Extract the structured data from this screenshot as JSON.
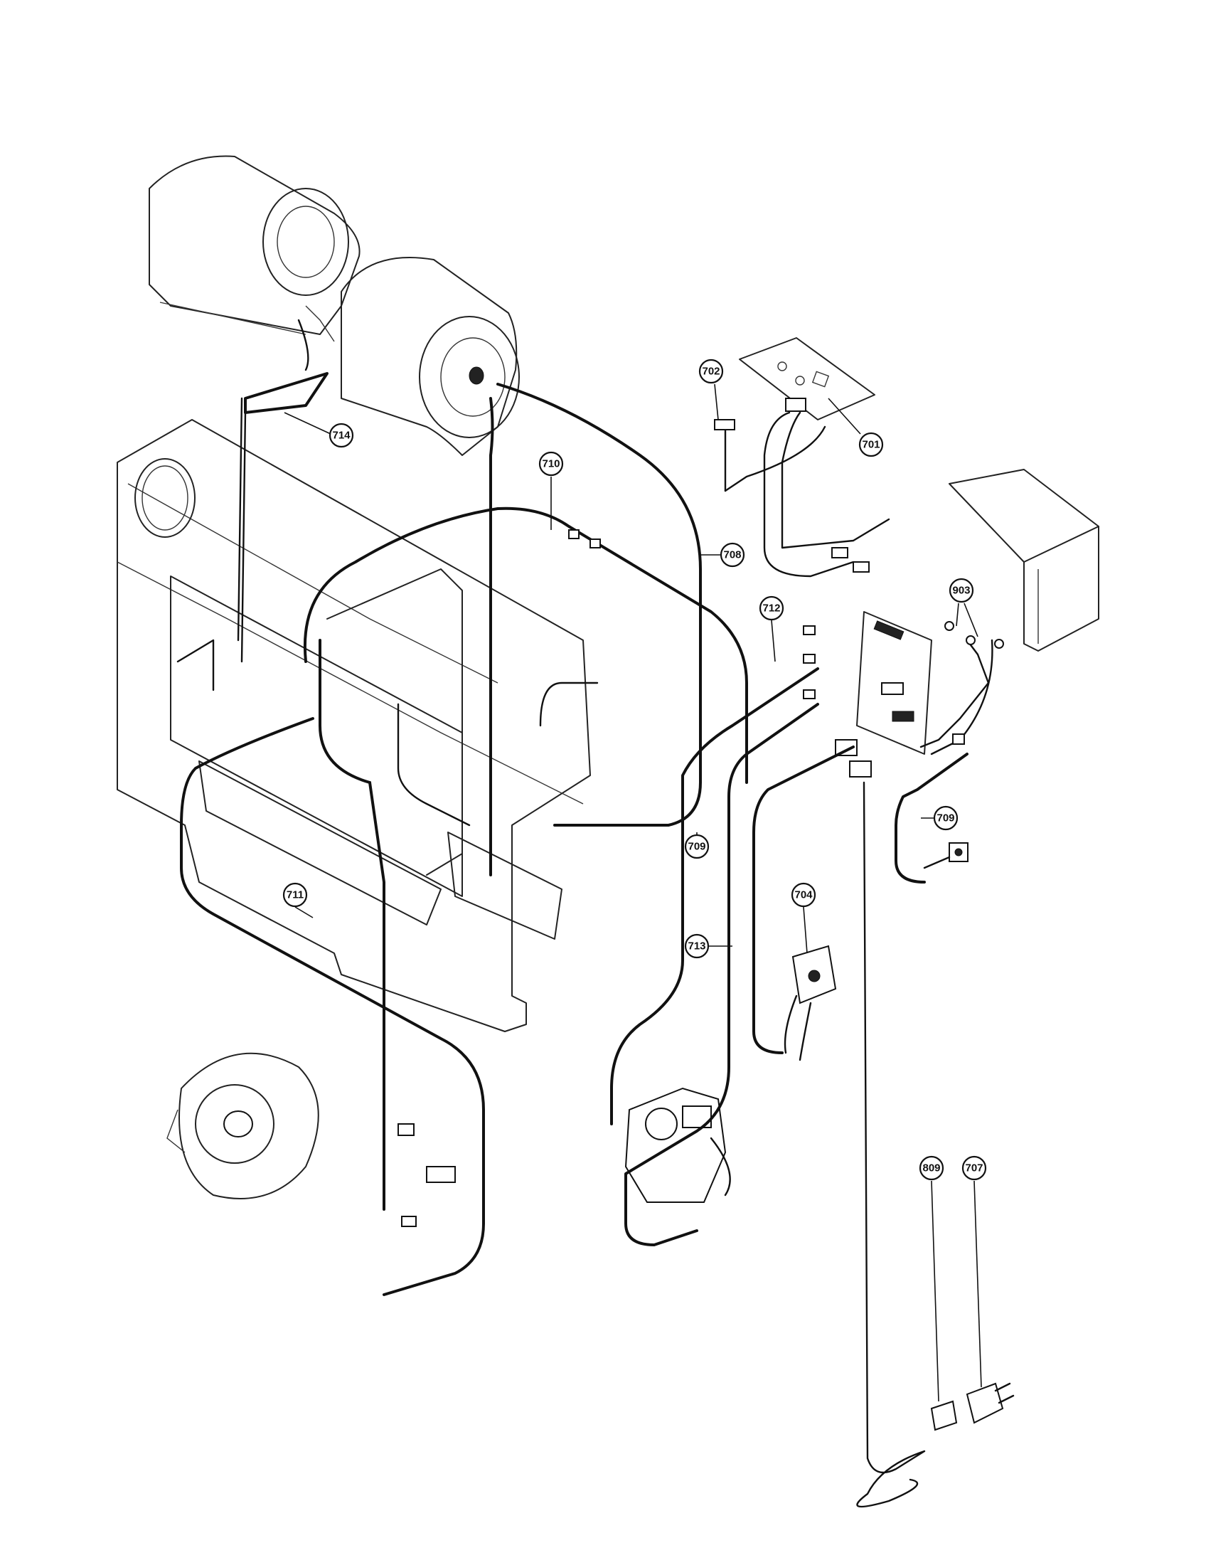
{
  "callouts": [
    {
      "id": "714",
      "label": "714"
    },
    {
      "id": "702",
      "label": "702"
    },
    {
      "id": "701",
      "label": "701"
    },
    {
      "id": "710",
      "label": "710"
    },
    {
      "id": "708",
      "label": "708"
    },
    {
      "id": "712",
      "label": "712"
    },
    {
      "id": "903",
      "label": "903"
    },
    {
      "id": "709a",
      "label": "709"
    },
    {
      "id": "709b",
      "label": "709"
    },
    {
      "id": "711",
      "label": "711"
    },
    {
      "id": "704",
      "label": "704"
    },
    {
      "id": "713",
      "label": "713"
    },
    {
      "id": "809",
      "label": "809"
    },
    {
      "id": "707",
      "label": "707"
    }
  ]
}
